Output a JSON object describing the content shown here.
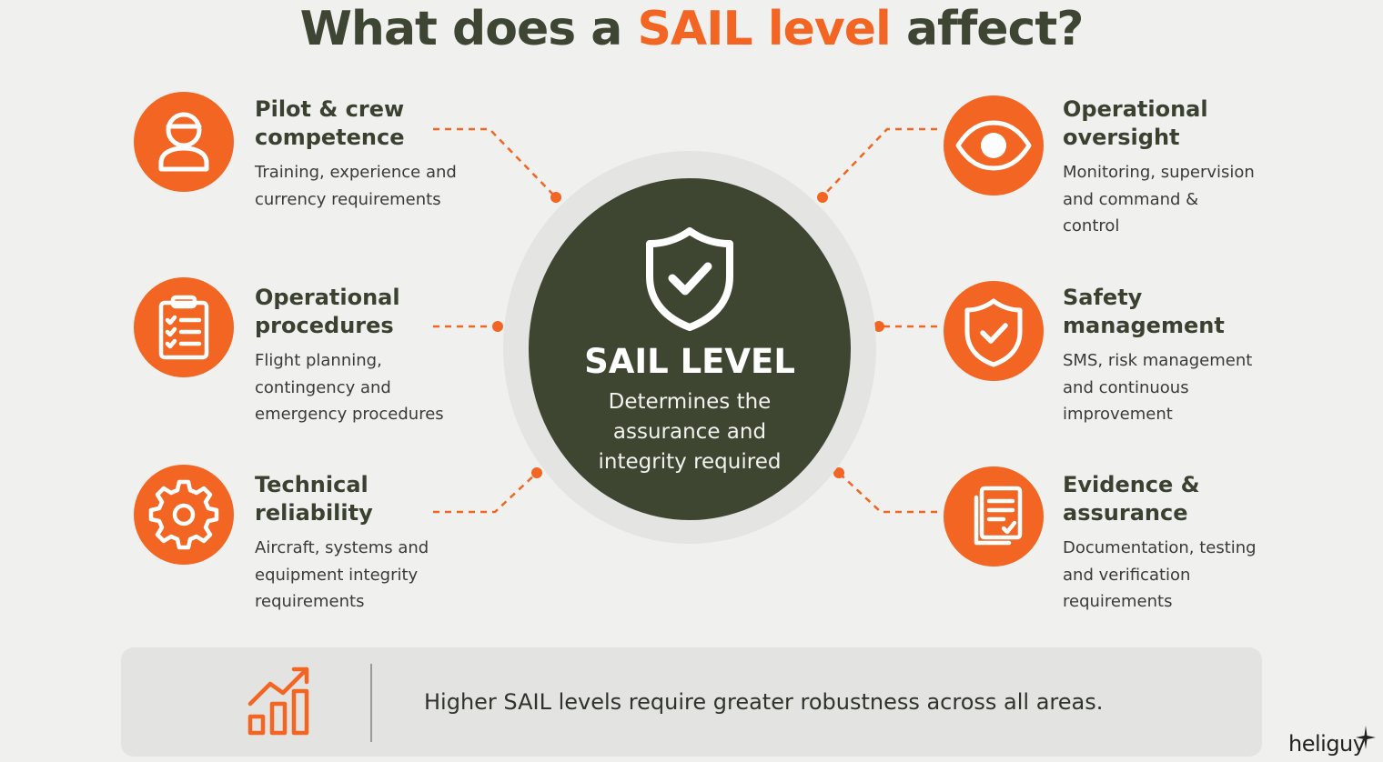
{
  "title": {
    "before": "What does a ",
    "highlight": "SAIL level",
    "after": " affect?"
  },
  "center": {
    "icon": "shield-check-icon",
    "title": "SAIL LEVEL",
    "description": "Determines the assurance and integrity required"
  },
  "left_items": [
    {
      "icon": "pilot-icon",
      "title": "Pilot & crew competence",
      "description": "Training, experience and currency requirements"
    },
    {
      "icon": "clipboard-checklist-icon",
      "title": "Operational procedures",
      "description": "Flight planning, contingency and emergency procedures"
    },
    {
      "icon": "gear-icon",
      "title": "Technical reliability",
      "description": "Aircraft, systems and equipment integrity requirements"
    }
  ],
  "right_items": [
    {
      "icon": "eye-icon",
      "title": "Operational oversight",
      "description": "Monitoring, supervision and command & control"
    },
    {
      "icon": "shield-check-icon",
      "title": "Safety management",
      "description": "SMS, risk management and continuous improvement"
    },
    {
      "icon": "documents-icon",
      "title": "Evidence & assurance",
      "description": "Documentation, testing and verification requirements"
    }
  ],
  "footer": {
    "icon": "bar-chart-growth-icon",
    "text": "Higher SAIL levels require greater robustness across all areas."
  },
  "brand": "heliguy",
  "colors": {
    "accent": "#f26522",
    "dark": "#3e4632",
    "background": "#f0f0ef"
  }
}
